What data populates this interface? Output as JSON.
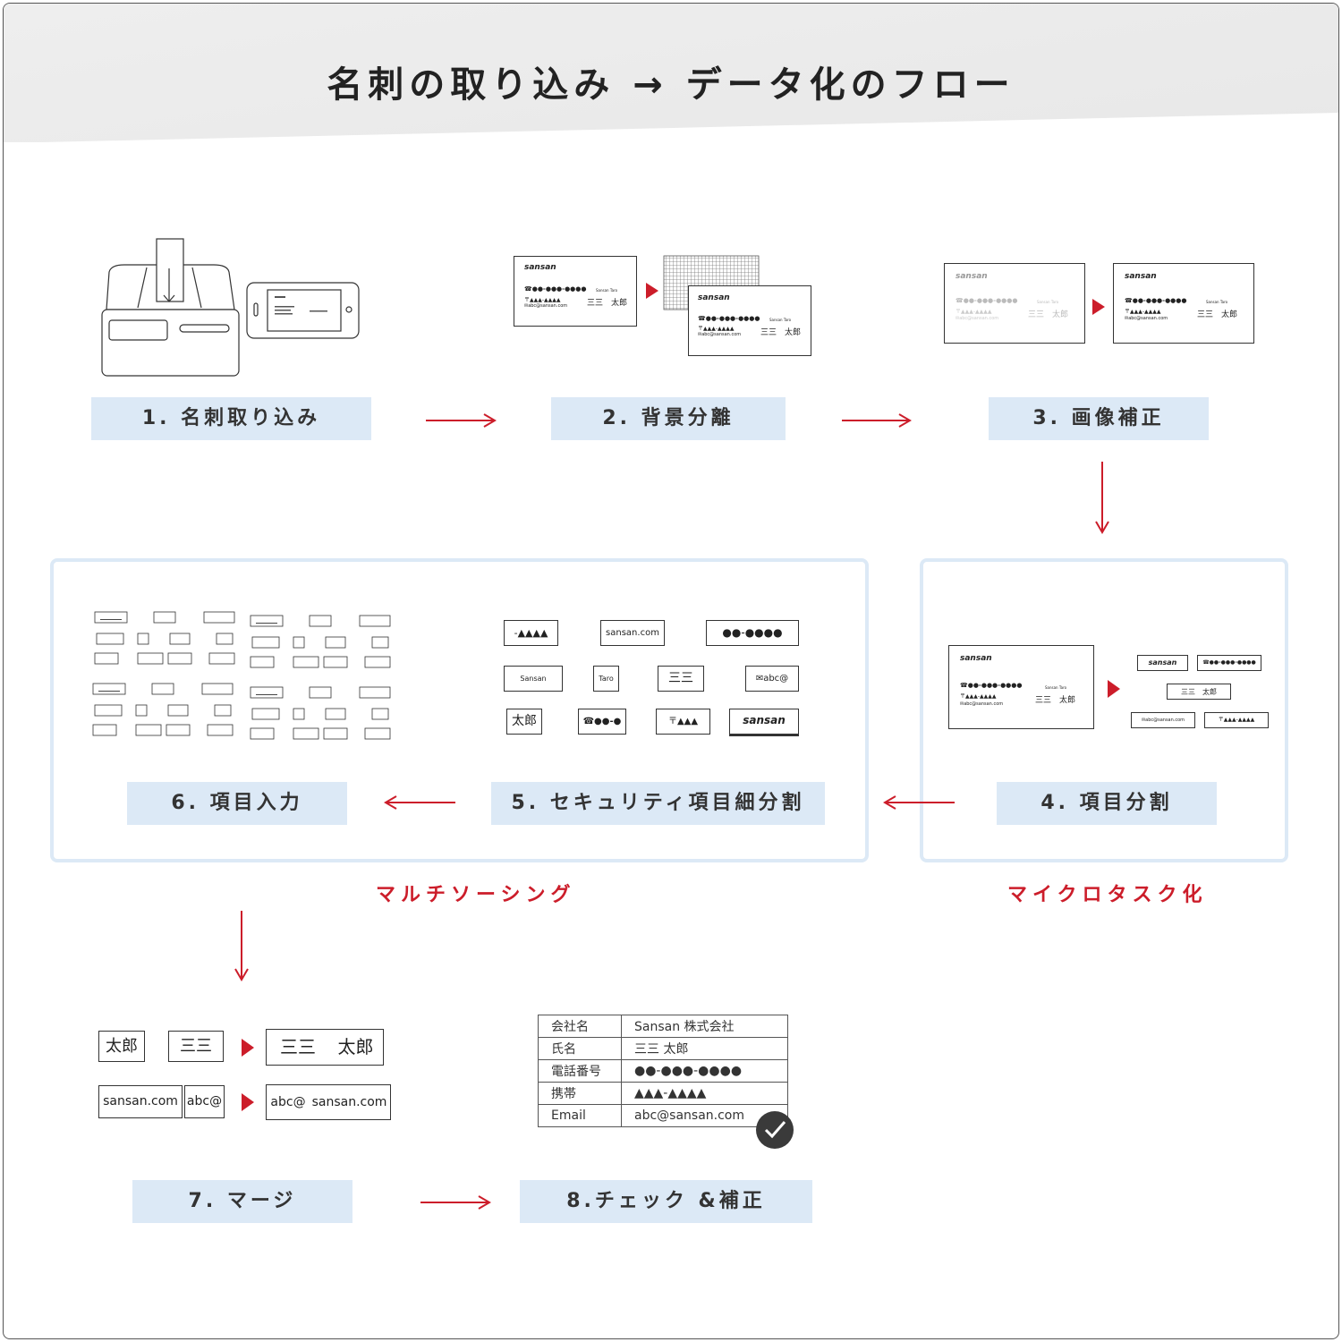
{
  "title": "名刺の取り込み → データ化のフロー",
  "steps": {
    "s1": "1. 名刺取り込み",
    "s2": "2. 背景分離",
    "s3": "3. 画像補正",
    "s4": "4. 項目分割",
    "s5": "5. セキュリティ項目細分割",
    "s6": "6. 項目入力",
    "s7": "7. マージ",
    "s8": "8.チェック &補正"
  },
  "groups": {
    "multi": "マルチソーシング",
    "micro": "マイクロタスク化"
  },
  "card": {
    "logo": "sansan",
    "phone": "☎●●-●●●-●●●●",
    "address": "〒▲▲▲-▲▲▲▲",
    "email": "✉abc@sansan.com",
    "name_en": "Sansan Taro",
    "name_jp": "三三　太郎"
  },
  "fragments": {
    "tri": "-▲▲▲▲",
    "domain": "sansan.com",
    "dots": "●●-●●●●",
    "sansan": "Sansan",
    "taro": "Taro",
    "sanzan": "三三",
    "abc": "✉abc@",
    "taro_jp": "太郎",
    "phone_part": "☎●●-●",
    "post": "〒▲▲▲",
    "logo": "sansan"
  },
  "merge": {
    "taro": "太郎",
    "sanzan": "三三",
    "domain": "sansan.com",
    "abc": "abc@"
  },
  "result": {
    "rows": [
      {
        "k": "会社名",
        "v": "Sansan 株式会社"
      },
      {
        "k": "氏名",
        "v": "三三 太郎"
      },
      {
        "k": "電話番号",
        "v": "●●-●●●-●●●●"
      },
      {
        "k": "携帯",
        "v": "▲▲▲-▲▲▲▲"
      },
      {
        "k": "Email",
        "v": "abc@sansan.com"
      }
    ]
  },
  "colors": {
    "accent_red": "#cc1d2a",
    "step_bg": "#dce9f6",
    "header_bg": "#eeeeee"
  }
}
